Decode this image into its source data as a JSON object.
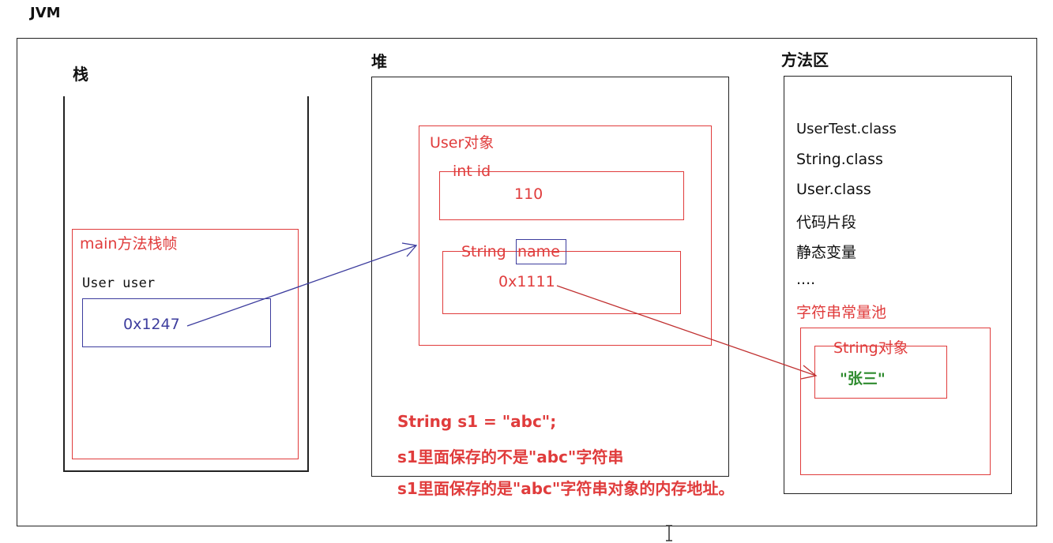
{
  "title": "JVM",
  "stack": {
    "label": "栈",
    "frame": {
      "label": "main方法栈帧",
      "var_decl": "User user",
      "var_value": "0x1247"
    }
  },
  "heap": {
    "label": "堆",
    "user_object": {
      "label": "User对象",
      "id_field": {
        "label": "int id",
        "value": "110"
      },
      "name_field": {
        "label_type": "String",
        "label_name": "name",
        "value": "0x1111"
      }
    },
    "notes": [
      "String s1 = \"abc\";",
      "s1里面保存的不是\"abc\"字符串",
      "s1里面保存的是\"abc\"字符串对象的内存地址。"
    ]
  },
  "method_area": {
    "label": "方法区",
    "items": [
      "UserTest.class",
      "String.class",
      "User.class",
      "代码片段",
      "静态变量",
      "...."
    ],
    "pool": {
      "label": "字符串常量池",
      "string_object": {
        "label": "String对象",
        "value": "\"张三\""
      }
    }
  },
  "colors": {
    "red": "#e03c3c",
    "blue": "#3d3d9e",
    "green": "#2e8b2e",
    "black": "#111111"
  }
}
